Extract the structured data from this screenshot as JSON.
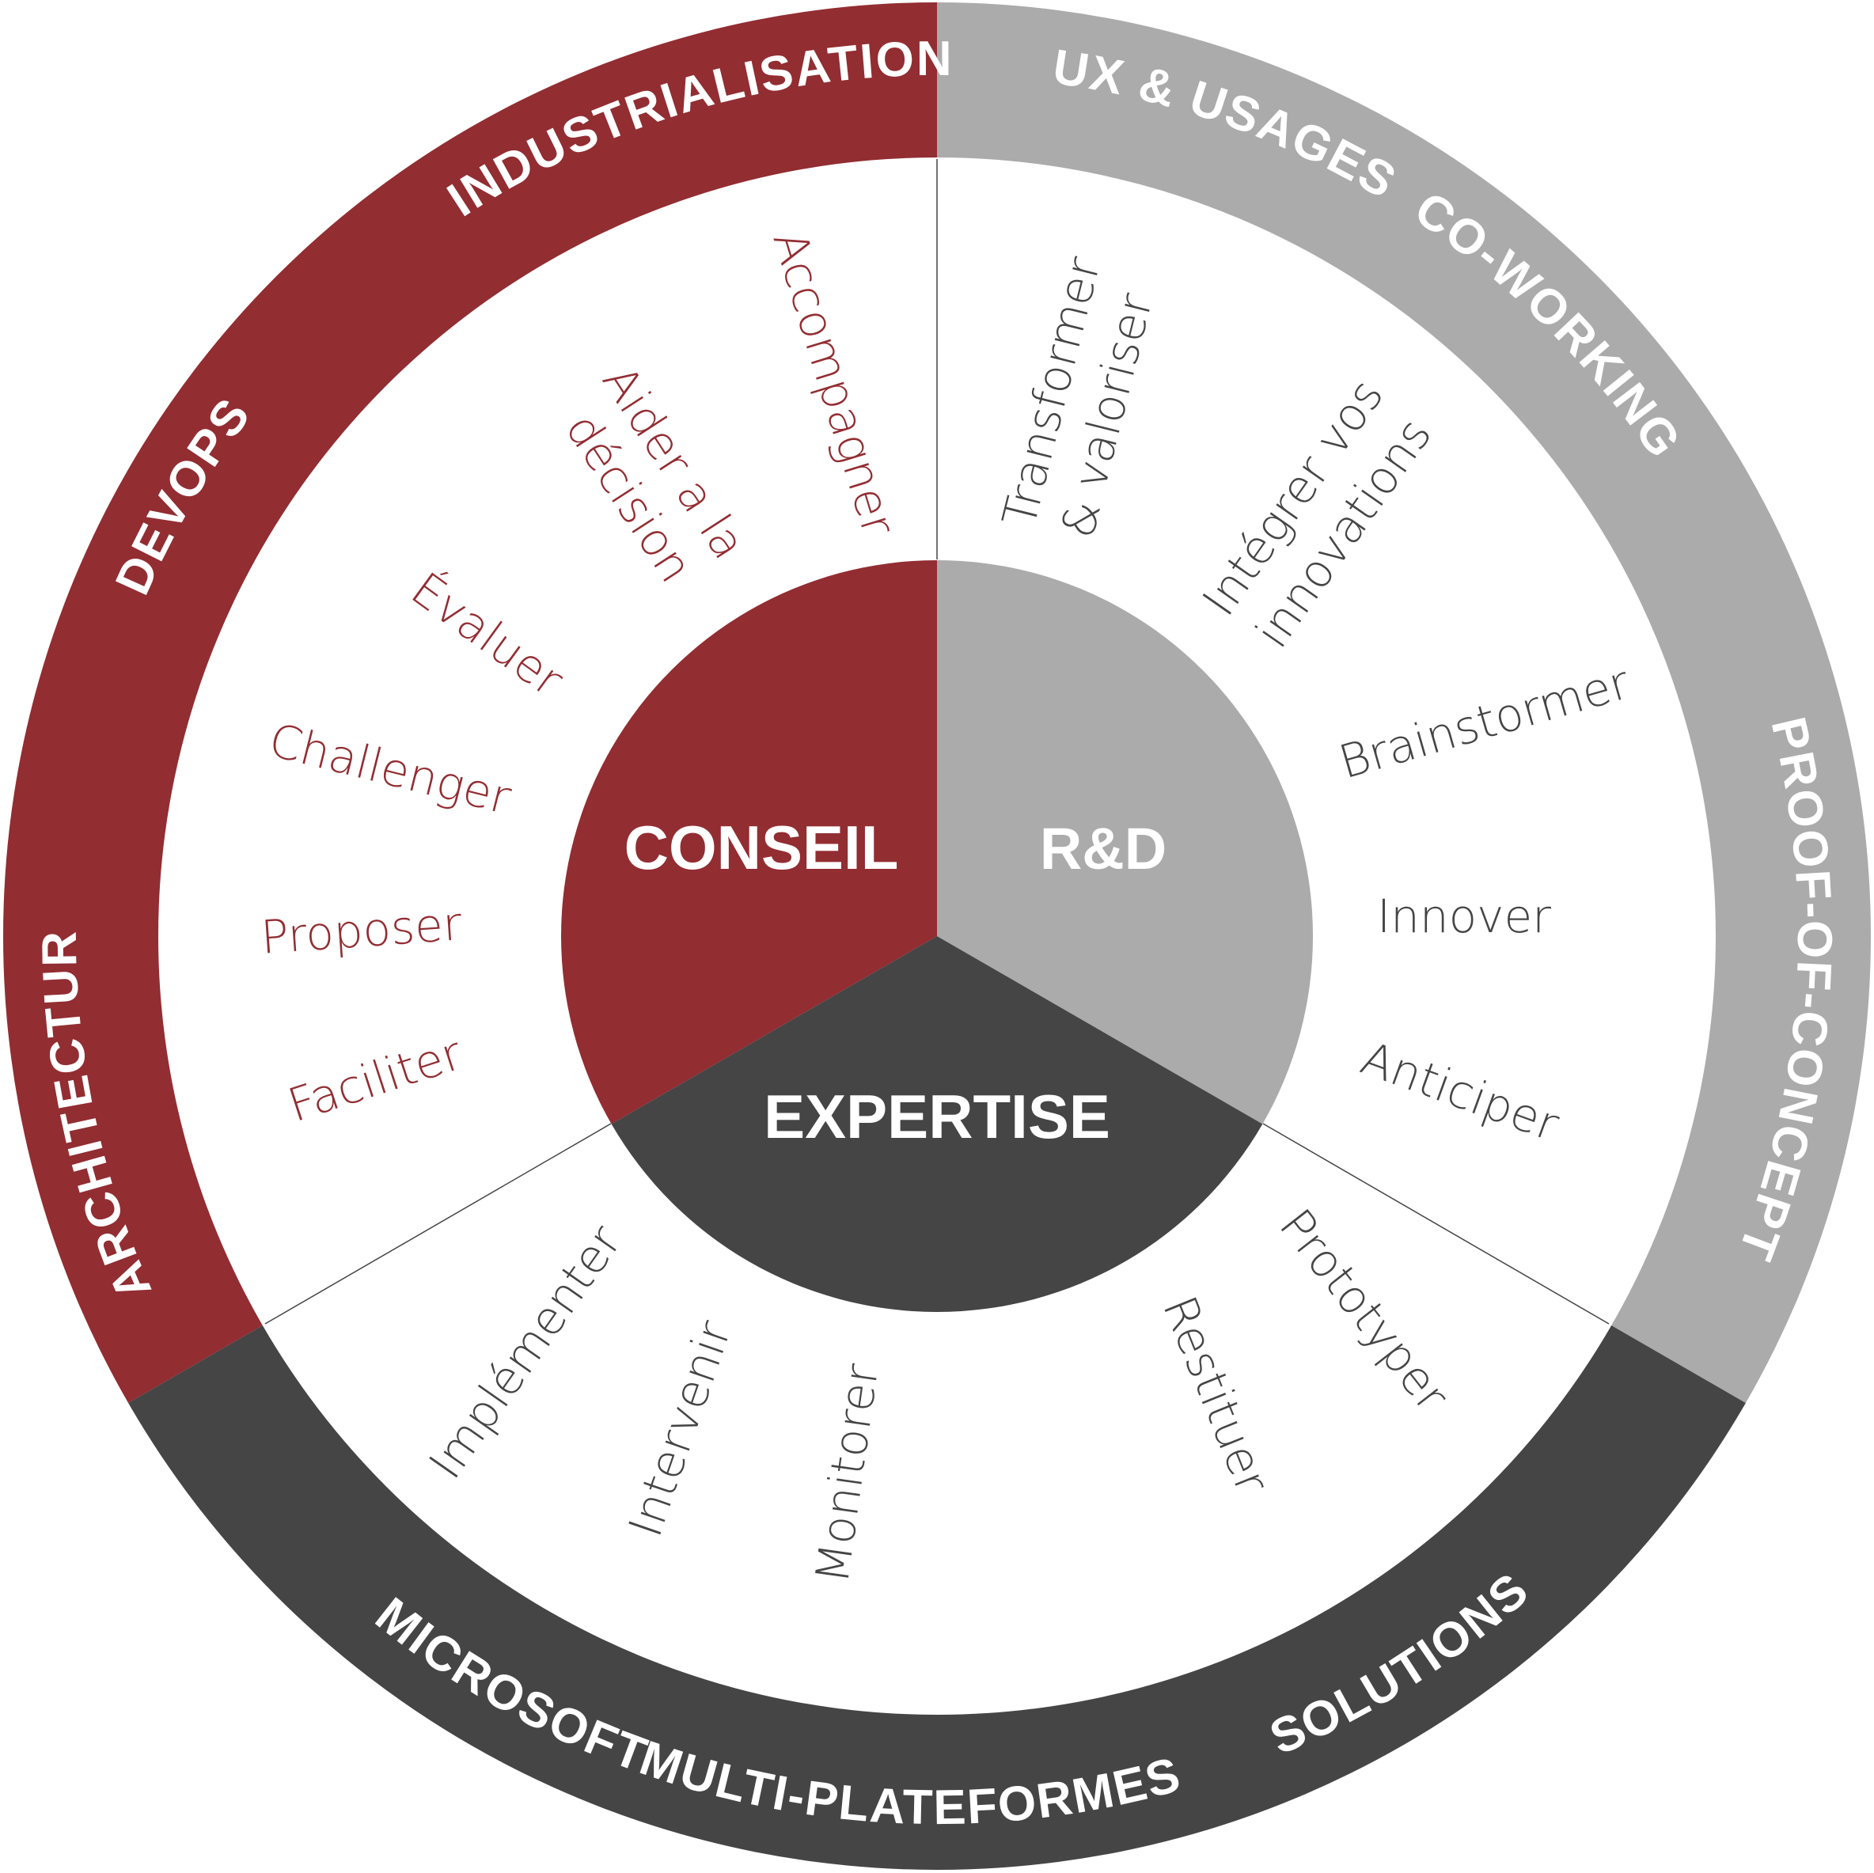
{
  "colors": {
    "conseil": "#922d32",
    "rnd": "#ababab",
    "expertise": "#454545",
    "verb_conseil": "#922d32",
    "verb_rnd": "#454545",
    "verb_expertise": "#454545",
    "background": "#ffffff"
  },
  "sectors": {
    "conseil": {
      "label": "CONSEIL",
      "ring_labels": [
        "INDUSTRIALISATION",
        "DEVOPS",
        "ARCHITECTURE"
      ],
      "verbs": [
        "Accompagner",
        "Aider a la",
        "décision",
        "Évaluer",
        "Challenger",
        "Proposer",
        "Faciliter"
      ]
    },
    "rnd": {
      "label": "R&D",
      "ring_labels": [
        "UX & USAGES",
        "CO-WORKING",
        "PROOF-OF-CONCEPT"
      ],
      "verbs": [
        "Transformer",
        "& valoriser",
        "Intégrer vos",
        "innovations",
        "Brainstormer",
        "Innover",
        "Anticiper"
      ]
    },
    "expertise": {
      "label": "EXPERTISE",
      "ring_labels": [
        "MICROSOFT",
        "MULTI-PLATEFORMES",
        "SOLUTIONS"
      ],
      "verbs": [
        "Implémenter",
        "Intervenir",
        "Monitorer",
        "Restituer",
        "Prototyper"
      ]
    }
  }
}
